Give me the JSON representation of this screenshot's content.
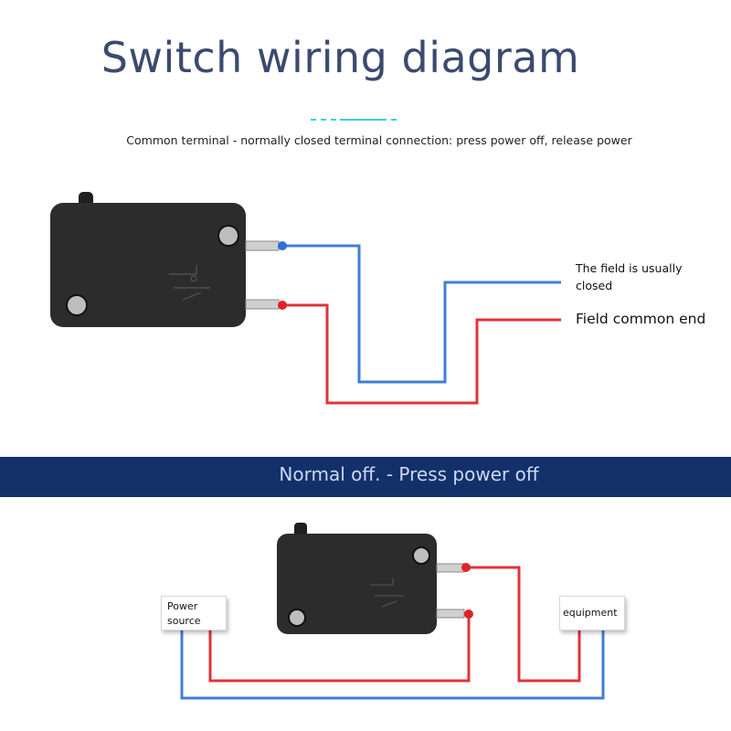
{
  "title": "Switch wiring diagram",
  "subtitle": "Common terminal - normally closed terminal connection: press power off, release power",
  "labels": {
    "normally_closed": "The field is usually closed",
    "common_end": "Field common end"
  },
  "banner": "Normal off. - Press power off",
  "boxes": {
    "power_source": "Power source",
    "equipment": "equipment"
  },
  "colors": {
    "title": "#3b4a6e",
    "banner": "#14306b",
    "wire_blue": "#3f7fd6",
    "wire_red": "#e0333a",
    "switch_body": "#2a2a2a"
  },
  "icons": [
    "micro-switch-icon",
    "micro-switch-icon"
  ]
}
